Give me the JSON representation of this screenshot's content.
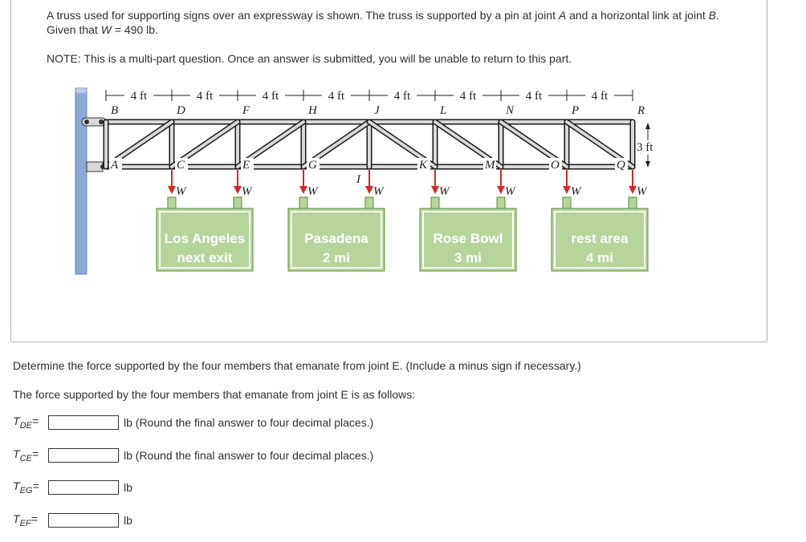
{
  "intro": {
    "line1_part1": "A truss used for supporting signs over an expressway is shown. The truss is supported by a pin at joint ",
    "joint_a": "A",
    "line1_part2": " and a horizontal link at joint ",
    "joint_b": "B",
    "line1_part3": ". Given that ",
    "w_symbol": "W",
    "line1_part4": " = 490 lb."
  },
  "note": "NOTE: This is a multi-part question. Once an answer is submitted, you will be unable to return to this part.",
  "figure": {
    "spacing_label": "4 ft",
    "height_label": "3 ft",
    "load_label": "W",
    "top_joints": [
      "B",
      "D",
      "F",
      "H",
      "J",
      "L",
      "N",
      "P",
      "R"
    ],
    "bottom_joints": [
      "A",
      "C",
      "E",
      "G",
      "I",
      "K",
      "M",
      "O",
      "Q"
    ],
    "signs": [
      {
        "line1": "Los Angeles",
        "line2": "next exit"
      },
      {
        "line1": "Pasadena",
        "line2": "2 mi"
      },
      {
        "line1": "Rose Bowl",
        "line2": "3 mi"
      },
      {
        "line1": "rest area",
        "line2": "4 mi"
      }
    ],
    "colors": {
      "member": "#1a1a1a",
      "fill": "#d9d9d9",
      "post": "#8fa9d6",
      "sign": "#b7d59b",
      "sign_border": "#5a8a3a",
      "arrow": "#d62828"
    }
  },
  "question": "Determine the force supported by the four members that emanate from joint E. (Include a minus sign if necessary.)",
  "question_intro": "The force supported by the four members that emanate from joint E is as follows:",
  "answers": [
    {
      "label": "T",
      "sub": "DE",
      "eq": "=",
      "value": "",
      "unit": "lb (Round the final answer to four decimal places.)"
    },
    {
      "label": "T",
      "sub": "CE",
      "eq": "=",
      "value": "",
      "unit": "lb (Round the final answer to four decimal places.)"
    },
    {
      "label": "T",
      "sub": "EG",
      "eq": "=",
      "value": "",
      "unit": "lb"
    },
    {
      "label": "T",
      "sub": "EF",
      "eq": "=",
      "value": "",
      "unit": "lb"
    }
  ]
}
